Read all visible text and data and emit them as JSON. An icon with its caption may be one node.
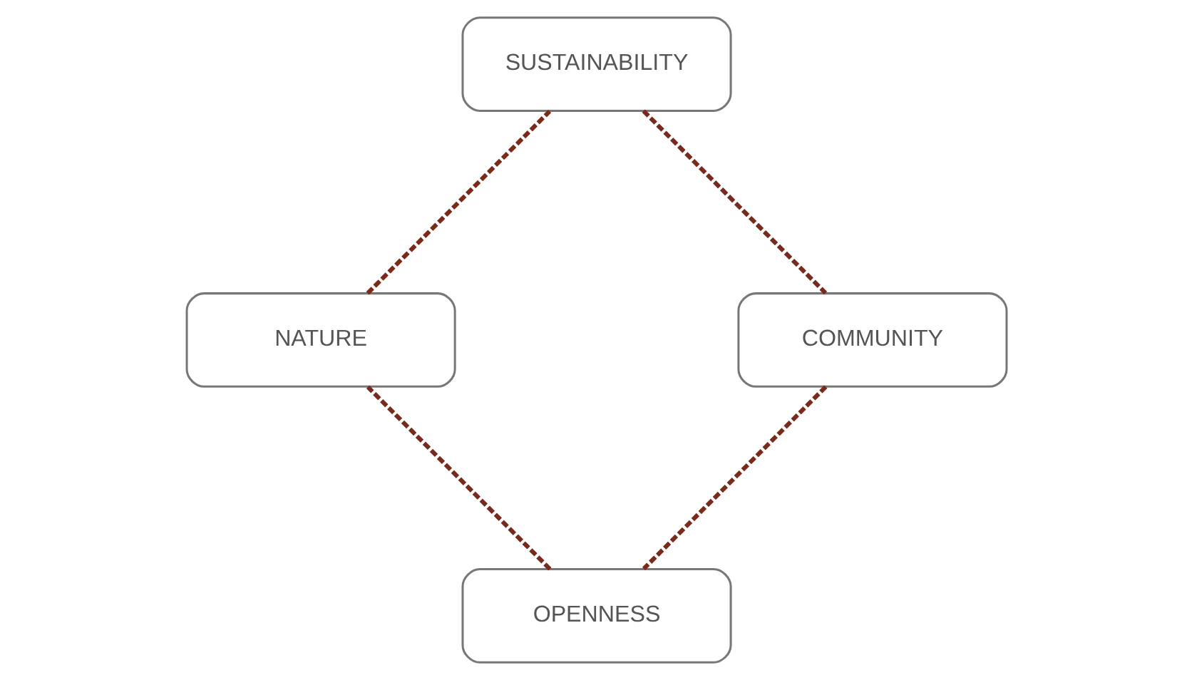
{
  "diagram": {
    "nodes": [
      {
        "text": [
          "OPENNESS"
        ]
      },
      {
        "text": [
          "COMMUNITY"
        ]
      },
      {
        "text": [
          "NATURE"
        ]
      },
      {
        "text": [
          "SUSTAINABILITY"
        ]
      }
    ],
    "edges": [
      {
        "from": 0,
        "to": 2,
        "arrow": "none",
        "style": "dashed"
      },
      {
        "from": 2,
        "to": 3,
        "arrow": "none",
        "style": "dashed"
      },
      {
        "from": 3,
        "to": 1,
        "arrow": "none",
        "style": "dashed"
      },
      {
        "from": 1,
        "to": 0,
        "arrow": "none",
        "style": "dashed"
      }
    ]
  }
}
